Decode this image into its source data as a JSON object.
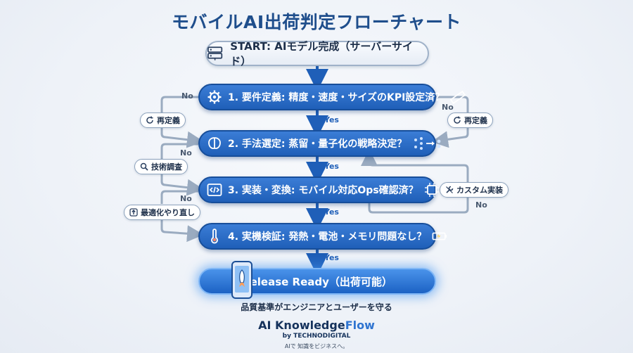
{
  "title": "モバイルAI出荷判定フローチャート",
  "start": {
    "label": "START: AIモデル完成（サーバーサイド）",
    "icon": "server-icon"
  },
  "steps": [
    {
      "label": "1. 要件定義: 精度・速度・サイズのKPI設定済？",
      "icon_left": "gear-icon",
      "icon_right": "ruler-icon"
    },
    {
      "label": "2. 手法選定: 蒸留・量子化の戦略決定？",
      "icon_left": "brain-icon",
      "icon_right": "network-distill-icon"
    },
    {
      "label": "3. 実装・変換: モバイル対応Ops確認済？",
      "icon_left": "code-icon",
      "icon_right": "chip-icon"
    },
    {
      "label": "4. 実機検証: 発熱・電池・メモリ問題なし？",
      "icon_left": "thermometer-icon",
      "icon_right": "battery-icon"
    }
  ],
  "release": {
    "label": "Release Ready（出荷可能）",
    "icon": "phone-rocket-icon"
  },
  "loops": {
    "redefine_left": "再定義",
    "redefine_right": "再定義",
    "tech_research": "技術調査",
    "custom_impl": "カスタム実装",
    "reoptimize": "最適化やり直し"
  },
  "edge_labels": {
    "yes": "Yes",
    "no": "No"
  },
  "tagline": "品質基準がエンジニアとユーザーを守る",
  "brand": {
    "part1": "AI Knowledge",
    "part2": "Flow",
    "by": "by TECHNODIGITAL",
    "slogan": "AIで 知識をビジネスへ。"
  },
  "colors": {
    "primary": "#1f5fb8",
    "title": "#1f4e8c",
    "loop_line": "#9aabc0"
  }
}
